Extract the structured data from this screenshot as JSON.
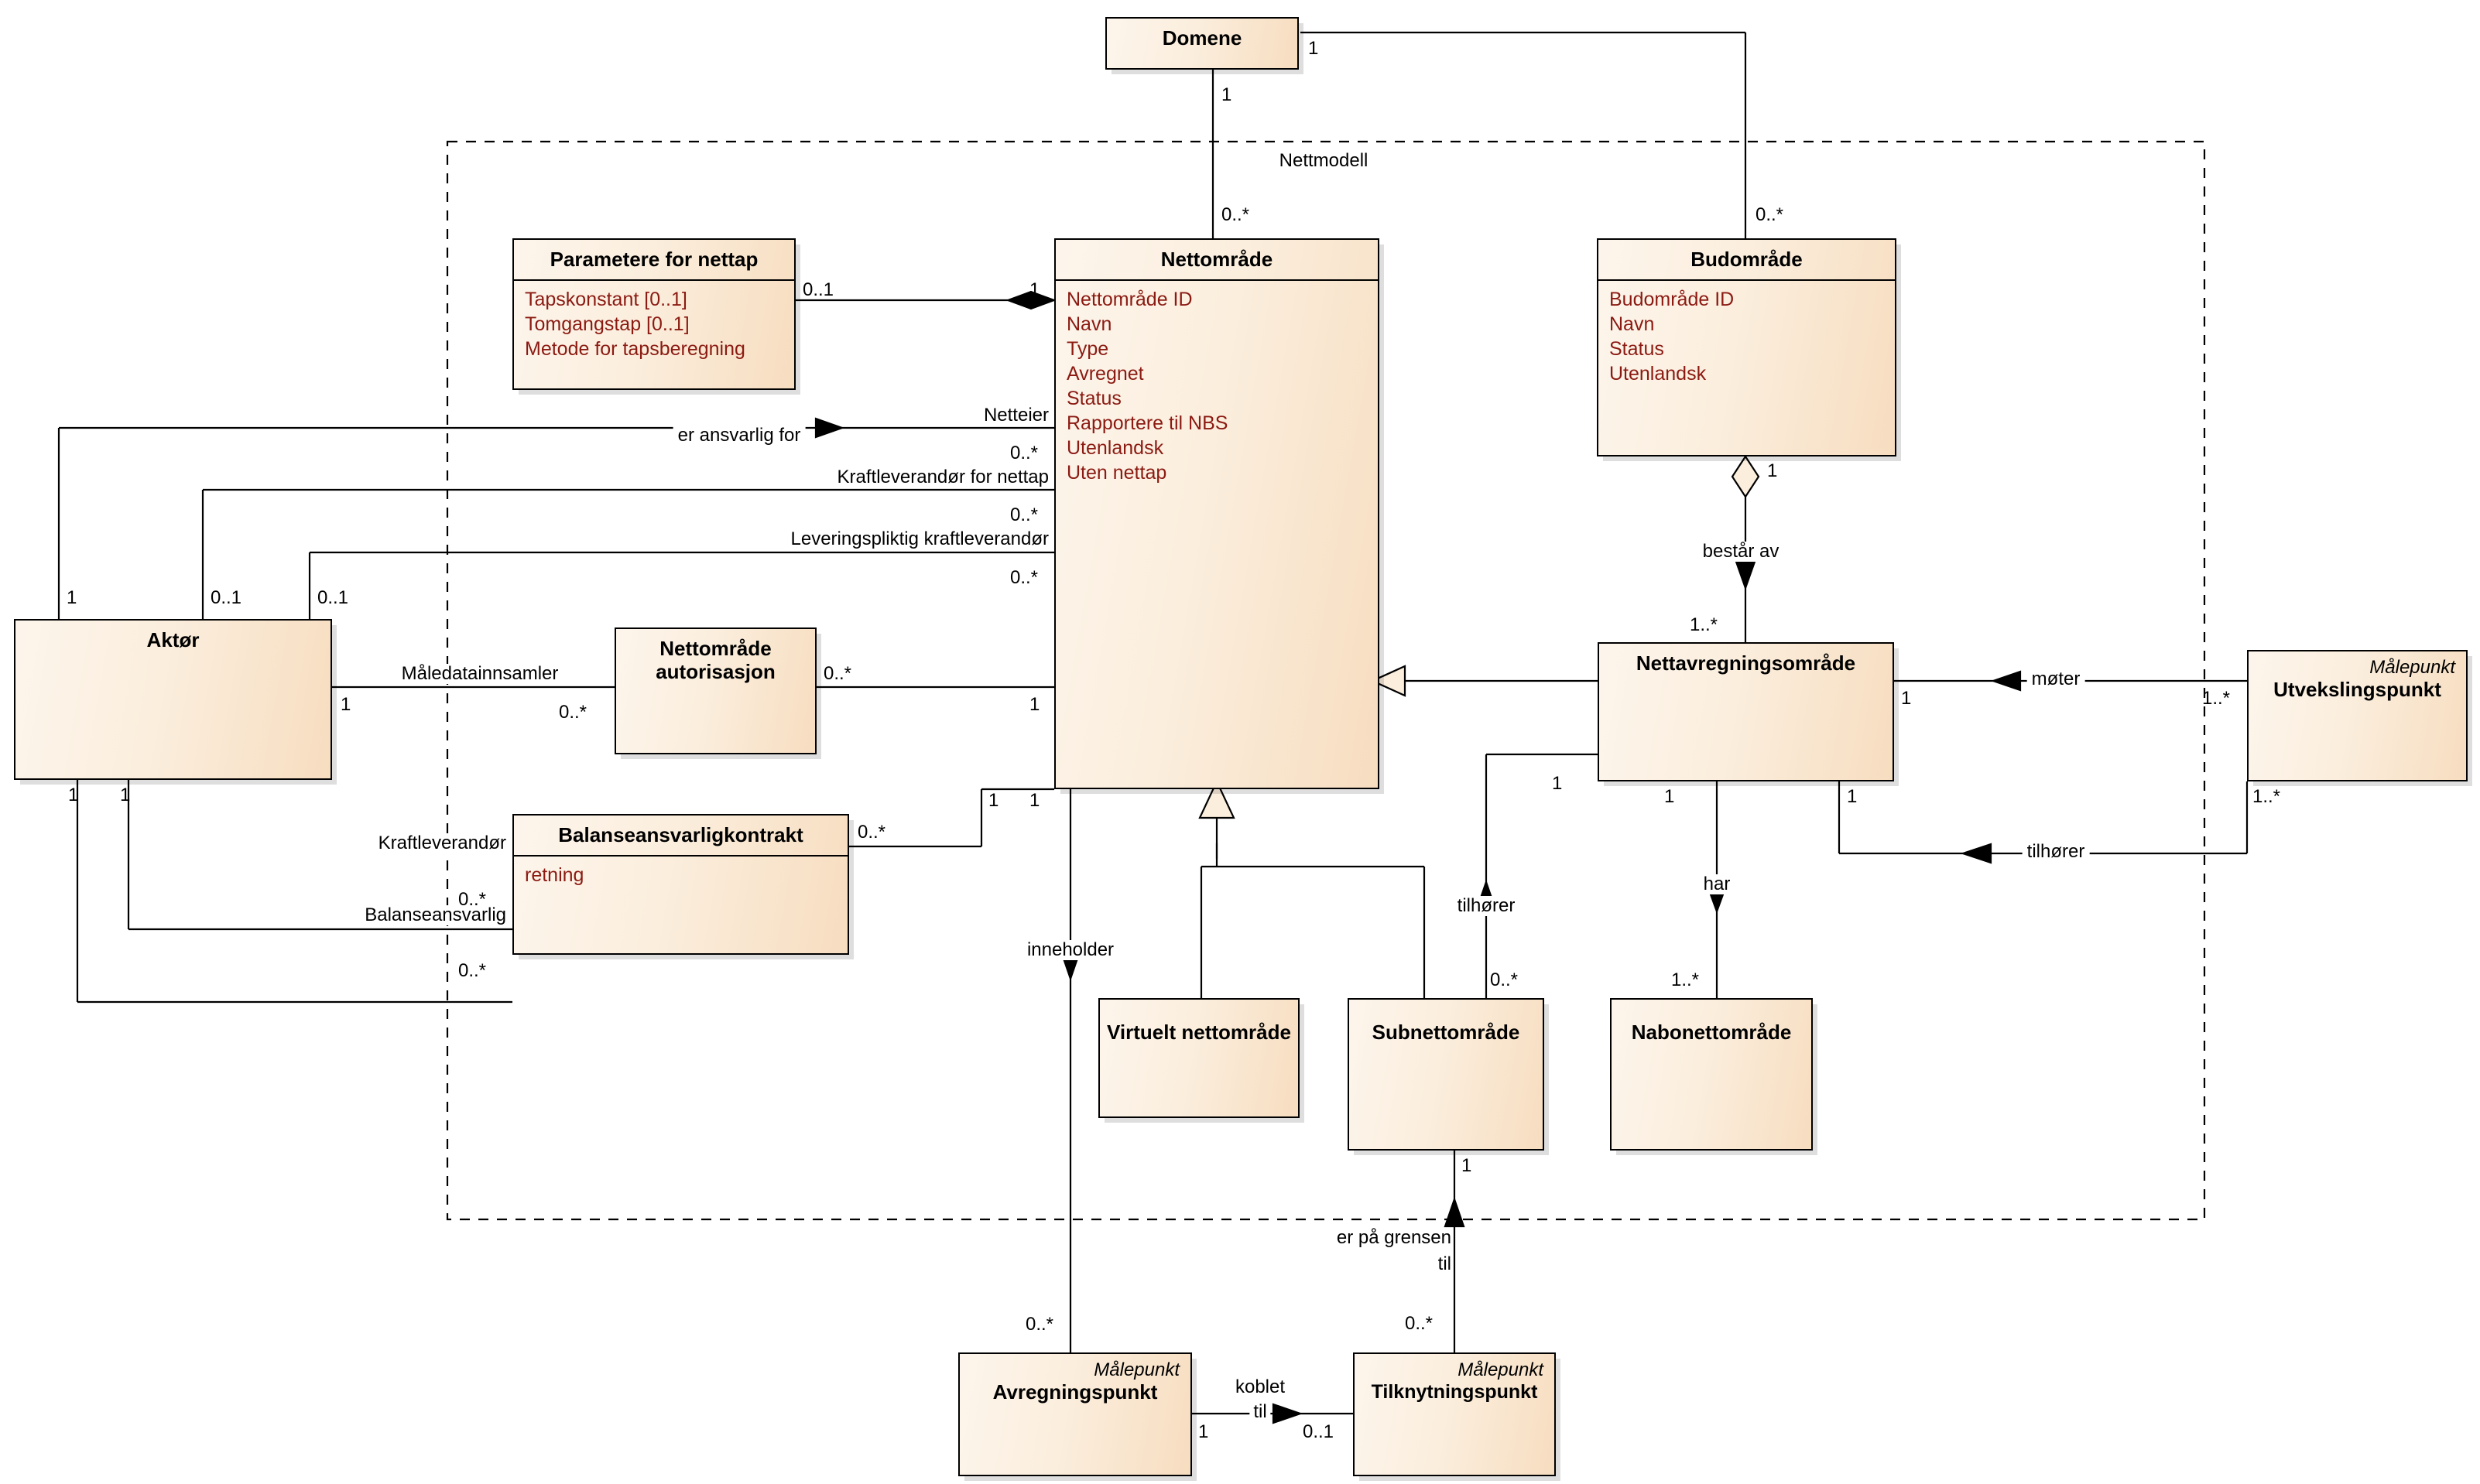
{
  "diagram": {
    "type": "uml-class-diagram",
    "package_label": "Nettmodell",
    "colors": {
      "class_fill_light": "#fdf5ec",
      "class_fill_dark": "#f7ddc0",
      "class_border": "#000000",
      "attribute_text": "#8b1a12",
      "line": "#000000",
      "package_boundary": "#000000"
    }
  },
  "classes": {
    "domene": {
      "name": "Domene",
      "stereotype": "",
      "attributes": []
    },
    "parametere": {
      "name": "Parametere for nettap",
      "stereotype": "",
      "attributes": [
        "Tapskonstant [0..1]",
        "Tomgangstap [0..1]",
        "Metode for tapsberegning"
      ]
    },
    "nettomrade": {
      "name": "Nettområde",
      "stereotype": "",
      "attributes": [
        "Nettområde ID",
        "Navn",
        "Type",
        "Avregnet",
        "Status",
        "Rapportere til NBS",
        "Utenlandsk",
        "Uten nettap"
      ]
    },
    "budomrade": {
      "name": "Budområde",
      "stereotype": "",
      "attributes": [
        "Budområde ID",
        "Navn",
        "Status",
        "Utenlandsk"
      ]
    },
    "aktor": {
      "name": "Aktør",
      "stereotype": "",
      "attributes": []
    },
    "nettomrade_aut": {
      "name": "Nettområde autorisasjon",
      "stereotype": "",
      "attributes": []
    },
    "balansekontrakt": {
      "name": "Balanseansvarligkontrakt",
      "stereotype": "",
      "attributes": [
        "retning"
      ]
    },
    "nettavregning": {
      "name": "Nettavregningsområde",
      "stereotype": "",
      "attributes": []
    },
    "utvekslingspunkt": {
      "name": "Utvekslingspunkt",
      "stereotype": "Målepunkt",
      "attributes": []
    },
    "virtuelt": {
      "name": "Virtuelt nettområde",
      "stereotype": "",
      "attributes": []
    },
    "subnettomrade": {
      "name": "Subnettområde",
      "stereotype": "",
      "attributes": []
    },
    "nabonettomrade": {
      "name": "Nabonettområde",
      "stereotype": "",
      "attributes": []
    },
    "avregningspunkt": {
      "name": "Avregningspunkt",
      "stereotype": "Målepunkt",
      "attributes": []
    },
    "tilknytningspunkt": {
      "name": "Tilknytningspunkt",
      "stereotype": "Målepunkt",
      "attributes": []
    }
  },
  "relationships": [
    {
      "id": "r01",
      "from": "domene",
      "to": "nettomrade",
      "label": "Nettmodell",
      "from_mult": "1",
      "to_mult": "0..*"
    },
    {
      "id": "r02",
      "from": "domene",
      "to": "budomrade",
      "label": "",
      "from_mult": "1",
      "to_mult": "0..*"
    },
    {
      "id": "r03",
      "from": "parametere",
      "to": "nettomrade",
      "label": "",
      "from_mult": "0..1",
      "to_mult": "1"
    },
    {
      "id": "r04",
      "from": "aktor",
      "to": "nettomrade",
      "label": "er ansvarlig for",
      "from_mult": "1",
      "to_mult": "0..*",
      "role": "Netteier"
    },
    {
      "id": "r05",
      "from": "aktor",
      "to": "nettomrade",
      "label": "",
      "from_mult": "0..1",
      "to_mult": "0..*",
      "role": "Kraftleverandør for nettap"
    },
    {
      "id": "r06",
      "from": "aktor",
      "to": "nettomrade",
      "label": "",
      "from_mult": "0..1",
      "to_mult": "0..*",
      "role": "Leveringspliktig kraftleverandør"
    },
    {
      "id": "r07",
      "from": "aktor",
      "to": "nettomrade_aut",
      "label": "Måledatainnsamler",
      "from_mult": "1",
      "to_mult": "0..*"
    },
    {
      "id": "r08",
      "from": "nettomrade_aut",
      "to": "nettomrade",
      "label": "",
      "from_mult": "0..*",
      "to_mult": "1"
    },
    {
      "id": "r09",
      "from": "aktor",
      "to": "balansekontrakt",
      "label": "",
      "from_mult": "1",
      "to_mult": "0..*",
      "role": "Kraftleverandør"
    },
    {
      "id": "r10",
      "from": "aktor",
      "to": "balansekontrakt",
      "label": "",
      "from_mult": "1",
      "to_mult": "0..*",
      "role": "Balanseansvarlig"
    },
    {
      "id": "r11",
      "from": "balansekontrakt",
      "to": "nettomrade",
      "label": "",
      "from_mult": "0..*",
      "to_mult": "1"
    },
    {
      "id": "r12",
      "from": "budomrade",
      "to": "nettavregning",
      "label": "består av",
      "from_mult": "1",
      "to_mult": "1..*"
    },
    {
      "id": "r13",
      "from": "nettavregning",
      "to": "nettomrade",
      "label": "",
      "kind": "generalization"
    },
    {
      "id": "r14",
      "from": "nettavregning",
      "to": "utvekslingspunkt",
      "label": "møter",
      "from_mult": "1",
      "to_mult": "1..*"
    },
    {
      "id": "r15",
      "from": "nettavregning",
      "to": "utvekslingspunkt",
      "label": "tilhører",
      "from_mult": "1",
      "to_mult": "1..*"
    },
    {
      "id": "r16",
      "from": "nettavregning",
      "to": "nabonettomrade",
      "label": "har",
      "from_mult": "1",
      "to_mult": "1..*"
    },
    {
      "id": "r17",
      "from": "nettomrade",
      "to": "subnettomrade",
      "label": "tilhører",
      "from_mult": "1",
      "to_mult": "0..*"
    },
    {
      "id": "r18",
      "from": "nettomrade",
      "to": "virtuelt",
      "label": "",
      "kind": "generalization"
    },
    {
      "id": "r19",
      "from": "nettomrade",
      "to": "subnettomrade",
      "label": "",
      "kind": "generalization"
    },
    {
      "id": "r20",
      "from": "nettomrade",
      "to": "avregningspunkt",
      "label": "inneholder",
      "from_mult": "1",
      "to_mult": "0..*"
    },
    {
      "id": "r21",
      "from": "subnettomrade",
      "to": "tilknytningspunkt",
      "label": "er på grensen til",
      "from_mult": "1",
      "to_mult": "0..*"
    },
    {
      "id": "r22",
      "from": "avregningspunkt",
      "to": "tilknytningspunkt",
      "label": "koblet til",
      "from_mult": "1",
      "to_mult": "0..1"
    }
  ],
  "labels": {
    "nettmodell": "Nettmodell",
    "er_ansvarlig_for": "er ansvarlig for",
    "netteier": "Netteier",
    "kraftleverandor_for_nettap": "Kraftleverandør for nettap",
    "leveringspliktig_kraftleverandor": "Leveringspliktig kraftleverandør",
    "maledatainnsamler": "Måledatainnsamler",
    "kraftleverandor": "Kraftleverandør",
    "balanseansvarlig": "Balanseansvarlig",
    "bestar_av": "består av",
    "moter": "møter",
    "tilhorer": "tilhører",
    "har": "har",
    "inneholder": "inneholder",
    "er_pa_grensen": "er på grensen",
    "til": "til",
    "koblet": "koblet",
    "koblet_til": "til",
    "stereo_malepunkt": "Målepunkt"
  },
  "multiplicities": {
    "one": "1",
    "zero_one": "0..1",
    "zero_many": "0..*",
    "one_many": "1..*"
  }
}
